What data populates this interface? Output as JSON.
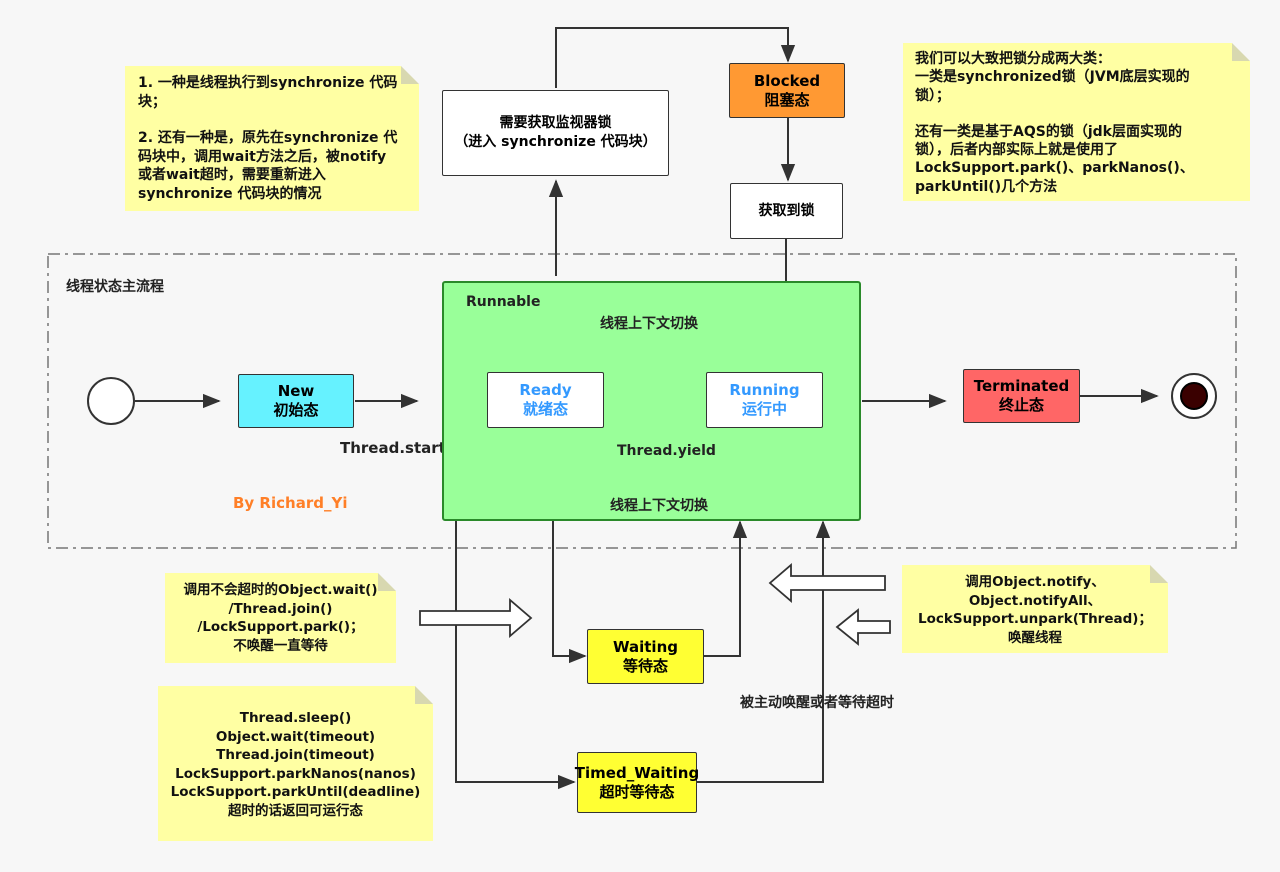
{
  "colors": {
    "new_fill": "#66f2ff",
    "blocked_fill": "#ff9933",
    "terminated_fill": "#ff6666",
    "runnable_fill": "#99ff99",
    "state_fill": "#ffff33",
    "note_fill": "#ffffa3",
    "blue_text": "#3399ff",
    "author_text": "#ff7f27"
  },
  "main_flow": {
    "title": "线程状态主流程",
    "author": "By Richard_Yi",
    "thread_start": "Thread.start"
  },
  "states": {
    "new": {
      "en": "New",
      "zh": "初始态"
    },
    "runnable": {
      "title": "Runnable"
    },
    "ready": {
      "en": "Ready",
      "zh": "就绪态"
    },
    "running": {
      "en": "Running",
      "zh": "运行中"
    },
    "terminated": {
      "en": "Terminated",
      "zh": "终止态"
    },
    "blocked": {
      "en": "Blocked",
      "zh": "阻塞态"
    },
    "waiting": {
      "en": "Waiting",
      "zh": "等待态"
    },
    "timed_waiting": {
      "en": "Timed_Waiting",
      "zh": "超时等待态"
    }
  },
  "boxes": {
    "acquire_monitor": {
      "line1": "需要获取监视器锁",
      "line2": "（进入 synchronize 代码块）"
    },
    "got_lock": "获取到锁"
  },
  "labels": {
    "context_switch_top": "线程上下文切换",
    "context_switch_bottom": "线程上下文切换",
    "yield": "Thread.yield",
    "wakeup_timeout": "被主动唤醒或者等待超时"
  },
  "notes": {
    "sync": [
      "1. 一种是线程执行到synchronize 代码",
      "块；",
      "",
      "2. 还有一种是，原先在synchronize 代",
      "码块中，调用wait方法之后，被notify",
      "或者wait超时，需要重新进入",
      "synchronize 代码块的情况"
    ],
    "locks": [
      "我们可以大致把锁分成两大类：",
      "一类是synchronized锁（JVM底层实现的",
      "锁）；",
      "",
      "还有一类是基于AQS的锁（jdk层面实现的",
      "锁），后者内部实际上就是使用了",
      "LockSupport.park()、parkNanos()、",
      "parkUntil()几个方法"
    ],
    "wait_no_timeout": [
      "调用不会超时的Object.wait()",
      "/Thread.join()",
      "/LockSupport.park()；",
      "不唤醒一直等待"
    ],
    "notify": [
      "调用Object.notify、",
      "Object.notifyAll、",
      "LockSupport.unpark(Thread)；",
      "唤醒线程"
    ],
    "timed": [
      "Thread.sleep()",
      "Object.wait(timeout)",
      "Thread.join(timeout)",
      "LockSupport.parkNanos(nanos)",
      "LockSupport.parkUntil(deadline)",
      "超时的话返回可运行态"
    ]
  }
}
